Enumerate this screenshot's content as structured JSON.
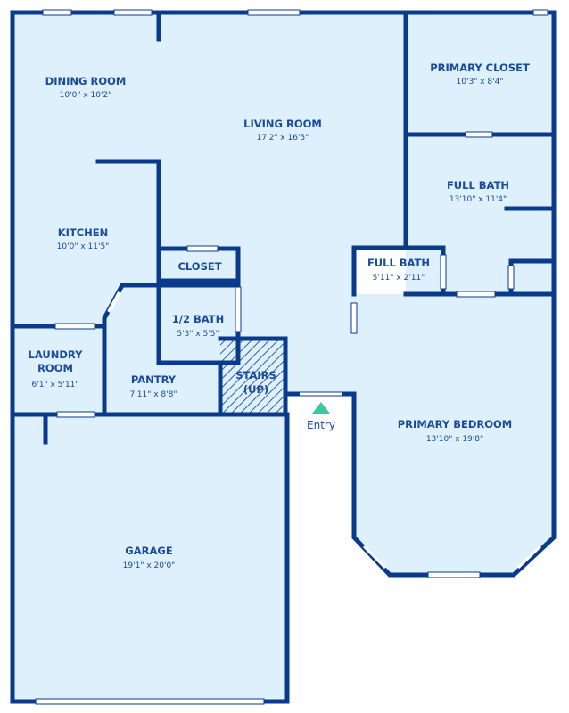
{
  "colors": {
    "wall": "#0a3a8c",
    "floor": "#ddf0fb",
    "text": "#1a4a9c",
    "entry_marker": "#3cc9a0"
  },
  "rooms": {
    "dining": {
      "name": "DINING ROOM",
      "dim": "10'0\" x 10'2\""
    },
    "living": {
      "name": "LIVING ROOM",
      "dim": "17'2\" x 16'5\""
    },
    "primary_closet": {
      "name": "PRIMARY CLOSET",
      "dim": "10'3\" x 8'4\""
    },
    "full_bath_1": {
      "name": "FULL BATH",
      "dim": "13'10\" x 11'4\""
    },
    "kitchen": {
      "name": "KITCHEN",
      "dim": "10'0\" x 11'5\""
    },
    "closet": {
      "name": "CLOSET"
    },
    "full_bath_2": {
      "name": "FULL BATH",
      "dim": "5'11\" x 2'11\""
    },
    "half_bath": {
      "name": "1/2 BATH",
      "dim": "5'3\" x 5'5\""
    },
    "laundry": {
      "name_line1": "LAUNDRY",
      "name_line2": "ROOM",
      "dim": "6'1\" x 5'11\""
    },
    "pantry": {
      "name": "PANTRY",
      "dim": "7'11\" x 8'8\""
    },
    "stairs": {
      "name_line1": "STAIRS",
      "name_line2": "(UP)"
    },
    "primary_bedroom": {
      "name": "PRIMARY BEDROOM",
      "dim": "13'10\" x 19'8\""
    },
    "garage": {
      "name": "GARAGE",
      "dim": "19'1\" x 20'0\""
    }
  },
  "entry": {
    "label": "Entry"
  }
}
